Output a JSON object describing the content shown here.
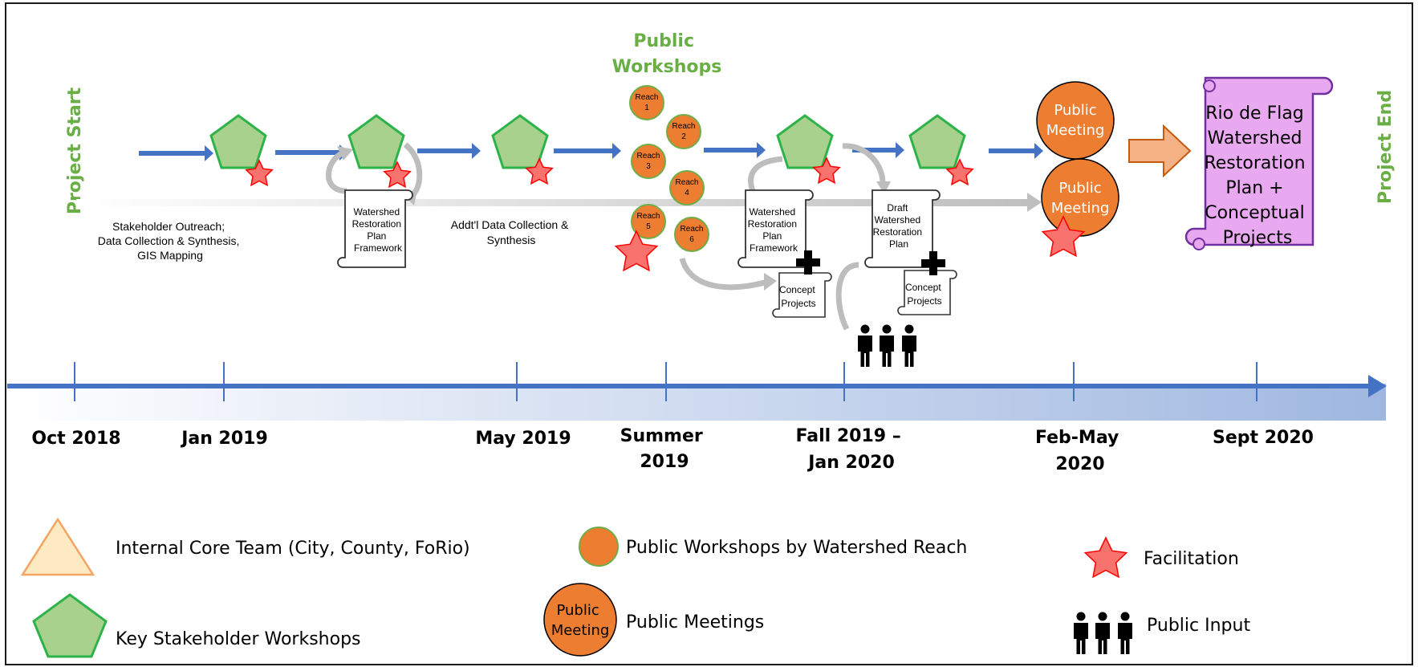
{
  "labels": {
    "project_start": "Project Start",
    "project_end": "Project End",
    "public_workshops_title": [
      "Public",
      "Workshops"
    ]
  },
  "phases": {
    "outreach": [
      "Stakeholder Outreach;",
      "Data Collection & Synthesis,",
      "GIS Mapping"
    ],
    "data_collection": [
      "Addt'l Data Collection &",
      "Synthesis"
    ]
  },
  "scrolls": {
    "framework_1": [
      "Watershed",
      "Restoration",
      "Plan",
      "Framework"
    ],
    "framework_2": [
      "Watershed",
      "Restoration",
      "Plan",
      "Framework"
    ],
    "draft_plan": [
      "Draft",
      "Watershed",
      "Restoration",
      "Plan"
    ],
    "concept_1": [
      "Concept",
      "Projects"
    ],
    "concept_2": [
      "Concept",
      "Projects"
    ]
  },
  "reaches": [
    [
      "Reach",
      "1"
    ],
    [
      "Reach",
      "2"
    ],
    [
      "Reach",
      "3"
    ],
    [
      "Reach",
      "4"
    ],
    [
      "Reach",
      "5"
    ],
    [
      "Reach",
      "6"
    ]
  ],
  "public_meetings": {
    "first": [
      "Public",
      "Meeting"
    ],
    "second": [
      "Public",
      "Meeting"
    ]
  },
  "final_output": [
    "Rio de Flag",
    "Watershed",
    "Restoration",
    "Plan +",
    "Conceptual",
    "Projects"
  ],
  "timeline": [
    [
      "Oct 2018"
    ],
    [
      "Jan 2019"
    ],
    [
      "May 2019"
    ],
    [
      "Summer",
      "2019"
    ],
    [
      "Fall 2019 –",
      "Jan 2020"
    ],
    [
      "Feb-May",
      "2020"
    ],
    [
      "Sept 2020"
    ]
  ],
  "legend": {
    "core_team": "Internal Core Team (City, County, FoRio)",
    "stakeholder_workshops": "Key Stakeholder Workshops",
    "reach_workshops": "Public Workshops by Watershed Reach",
    "public_meetings": "Public Meetings",
    "public_meetings_icon": [
      "Public",
      "Meeting"
    ],
    "facilitation": "Facilitation",
    "public_input": "Public Input"
  },
  "colors": {
    "green_label": "#6aaf46",
    "pentagon_fill": "#a9d18e",
    "pentagon_stroke": "#2db34a",
    "blue_arrow": "#4472c4",
    "orange_circle": "#ed7d31",
    "star_fill": "#f8736d",
    "star_stroke": "#ff0000",
    "scroll_fill": "#e9a9f0",
    "scroll_stroke": "#7030a0",
    "big_arrow_fill": "#f4b183",
    "big_arrow_stroke": "#c55a11",
    "triangle_fill": "#fde9c2",
    "triangle_stroke": "#f4a460"
  }
}
